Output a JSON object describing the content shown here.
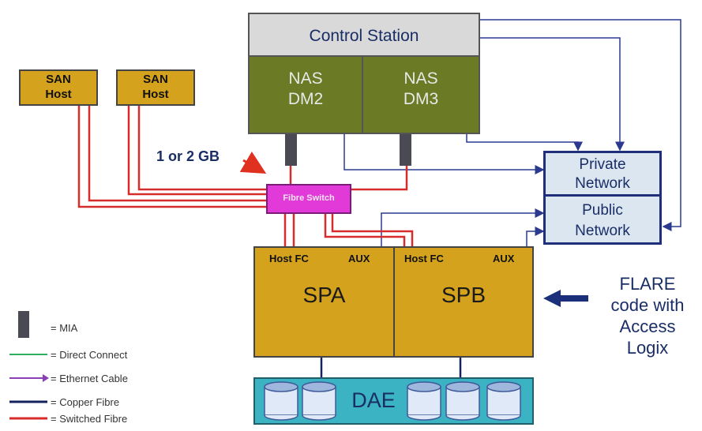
{
  "control_station": {
    "label": "Control Station"
  },
  "nas": [
    {
      "line1": "NAS",
      "line2": "DM2"
    },
    {
      "line1": "NAS",
      "line2": "DM3"
    }
  ],
  "san_hosts": [
    {
      "line1": "SAN",
      "line2": "Host"
    },
    {
      "line1": "SAN",
      "line2": "Host"
    }
  ],
  "speed_label": "1 or 2 GB",
  "fibre_switch": {
    "label": "Fibre Switch"
  },
  "networks": {
    "private": {
      "line1": "Private",
      "line2": "Network"
    },
    "public": {
      "line1": "Public",
      "line2": "Network"
    }
  },
  "sp": [
    {
      "label": "SPA",
      "host_fc": "Host FC",
      "aux": "AUX"
    },
    {
      "label": "SPB",
      "host_fc": "Host FC",
      "aux": "AUX"
    }
  ],
  "dae": {
    "label": "DAE"
  },
  "flare_note": [
    "FLARE",
    "code with",
    "Access",
    "Logix"
  ],
  "legend": [
    {
      "label": "= MIA",
      "symbol": "mia"
    },
    {
      "label": "= Direct Connect",
      "color": "#2fae5f"
    },
    {
      "label": "= Ethernet Cable",
      "color": "#8a3fb5"
    },
    {
      "label": "= Copper Fibre",
      "color": "#14225e"
    },
    {
      "label": "= Switched Fibre",
      "color": "#d92b2b"
    }
  ],
  "colors": {
    "olive": "#6b7a24",
    "gold": "#d4a21c",
    "teal": "#3cb3c2",
    "magenta": "#e23ad8",
    "red": "#d62c2c",
    "navy": "#1f2f7a",
    "light": "#dbe6f0"
  }
}
